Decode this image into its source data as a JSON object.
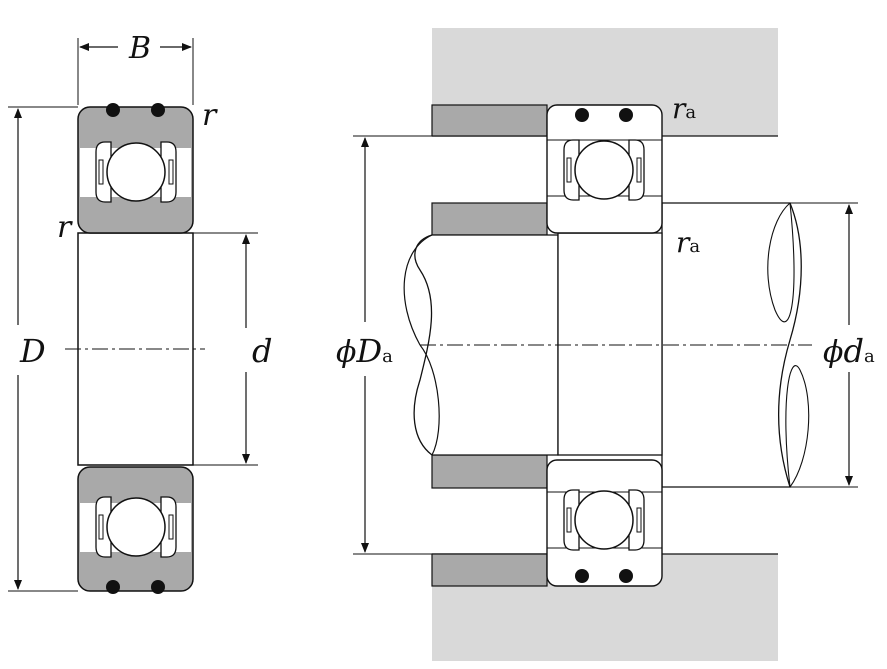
{
  "labels": {
    "B": "B",
    "r_top": "r",
    "r_left": "r",
    "D": "D",
    "d": "d",
    "phi": "ϕ",
    "Da_main": "D",
    "Da_sub": "a",
    "da_main": "d",
    "da_sub": "a",
    "ra_top_main": "r",
    "ra_top_sub": "a",
    "ra_mid_main": "r",
    "ra_mid_sub": "a"
  },
  "colors": {
    "housing": "#d9d9d9",
    "ring": "#a9a9a9",
    "line": "#111111",
    "background": "#ffffff"
  }
}
